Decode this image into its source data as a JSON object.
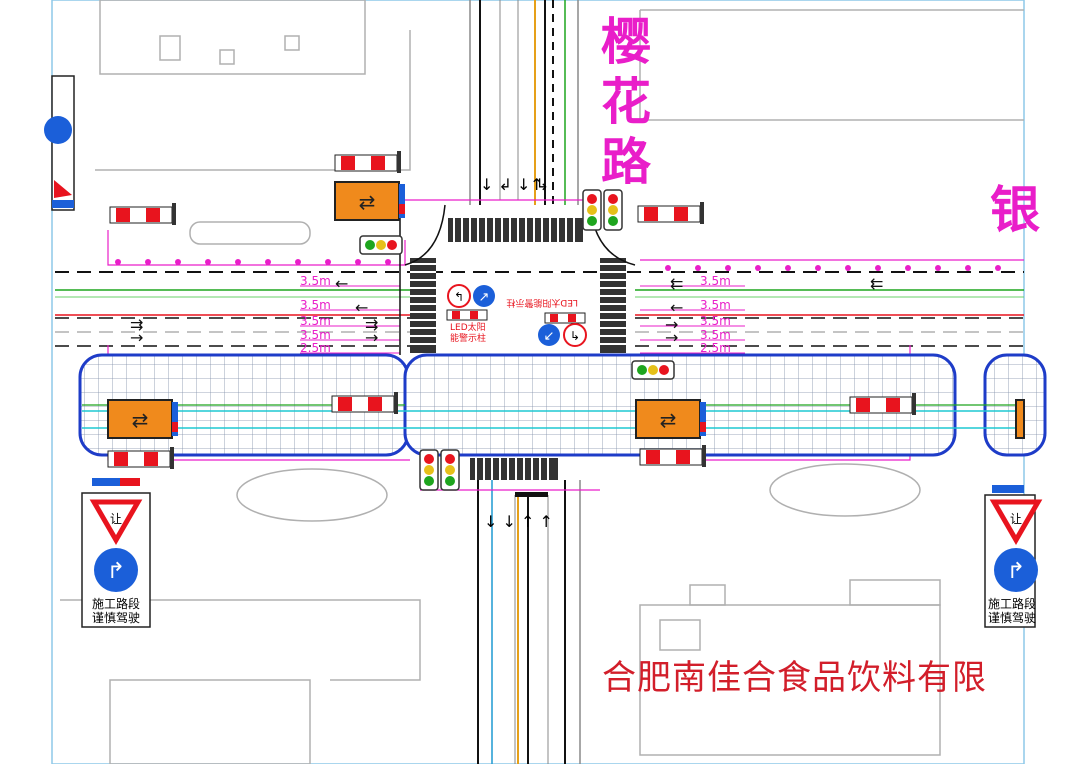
{
  "road_names": {
    "north_road": "樱花路",
    "east_road_partial": "银"
  },
  "company_label": "合肥南佳合食品饮料有限",
  "lane_widths": {
    "west_north_side": [
      "3.5m"
    ],
    "west_south_side": [
      "3.5m",
      "3.5m",
      "3.5m",
      "2.5m"
    ],
    "east_north_side": [
      "3.5m"
    ],
    "east_south_side": [
      "3.5m",
      "3.5m",
      "3.5m",
      "2.5m"
    ]
  },
  "led_bollard_label": [
    "LED太阳",
    "能警示柱"
  ],
  "led_bollard_label_mirrored": "LED太阳能警示柱",
  "left_sign": {
    "yield_text": "让",
    "bottom_text": [
      "施工路段",
      "谨慎驾驶"
    ]
  },
  "right_sign": {
    "yield_text": "让",
    "bottom_text": [
      "施工路段",
      "谨慎驾驶"
    ]
  },
  "colors": {
    "magenta": "#e91ec9",
    "barrier_red": "#e8141e",
    "sign_blue": "#1b5fd9",
    "construction_orange": "#f08a1c",
    "traffic_green": "#1ea51e",
    "paving_blue": "#1e3cc8",
    "company_red": "#d21e2a"
  }
}
